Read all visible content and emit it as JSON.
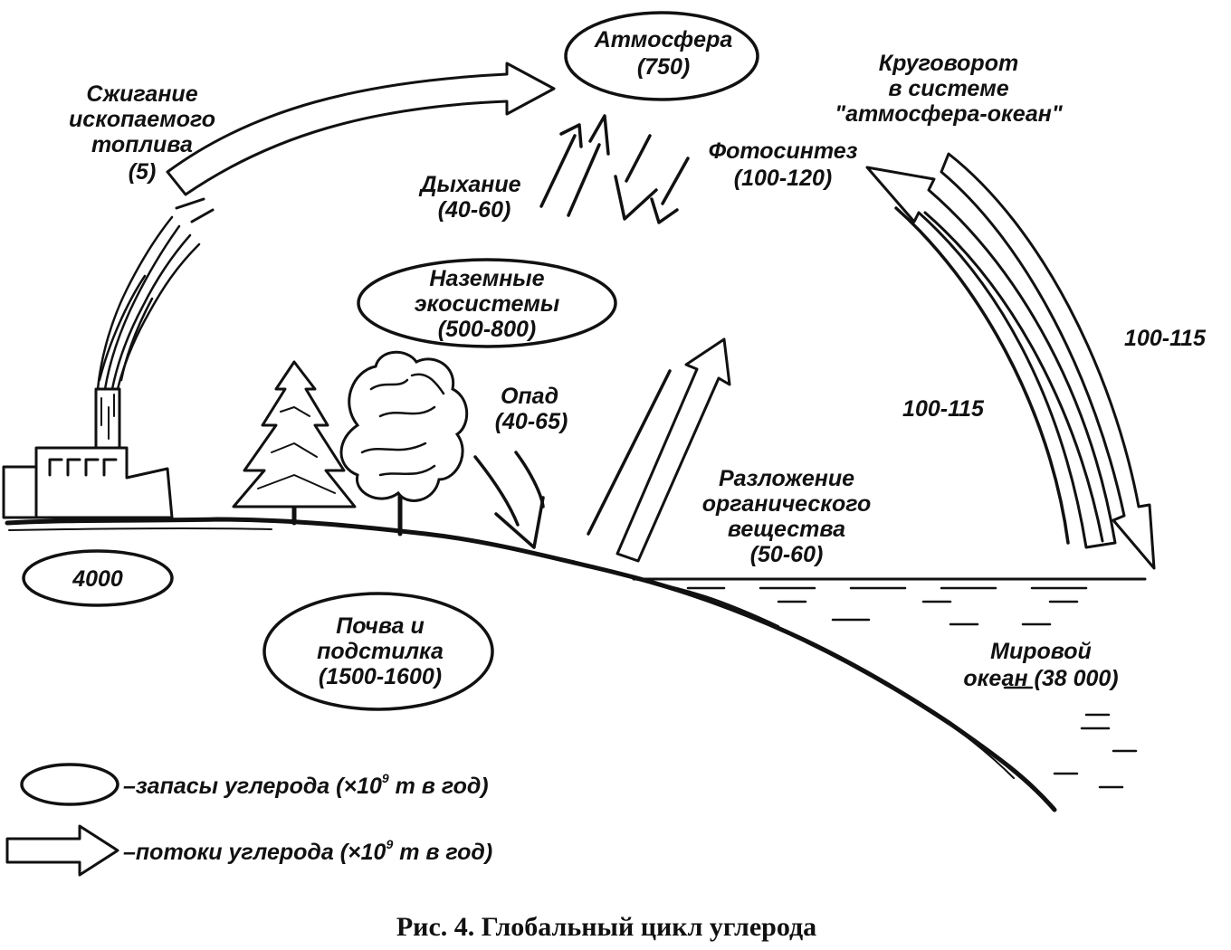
{
  "diagram": {
    "reservoirs": {
      "atmosphere": {
        "name": "Атмосфера",
        "value": "(750)"
      },
      "terrestrial": {
        "line1": "Наземные",
        "line2": "экосистемы",
        "value": "(500-800)"
      },
      "fossil": {
        "value": "4000"
      },
      "soil": {
        "line1": "Почва и",
        "line2": "подстилка",
        "value": "(1500-1600)"
      },
      "ocean": {
        "line1": "Мировой",
        "line2": "океан (38 000)"
      }
    },
    "flows": {
      "fossil_burning": {
        "line1": "Сжигание",
        "line2": "ископаемого",
        "line3": "топлива",
        "value": "(5)"
      },
      "respiration": {
        "name": "Дыхание",
        "value": "(40-60)"
      },
      "photosynthesis": {
        "name": "Фотосинтез",
        "value": "(100-120)"
      },
      "atmosphere_ocean": {
        "line1": "Круговорот",
        "line2": "в системе",
        "line3": "\"атмосфера-океан\""
      },
      "ocean_to_atmosphere": {
        "value": "100-115"
      },
      "atmosphere_to_ocean": {
        "value": "100-115"
      },
      "litterfall": {
        "name": "Опад",
        "value": "(40-65)"
      },
      "decomposition": {
        "line1": "Разложение",
        "line2": "органического",
        "line3": "вещества",
        "value": "(50-60)"
      }
    },
    "legend": {
      "stocks": {
        "text": "–запасы углерода (×10",
        "exp": "9",
        "tail": " т в год)"
      },
      "flows": {
        "text": "–потоки углерода (×10",
        "exp": "9",
        "tail": " т в год)"
      }
    },
    "caption": "Рис. 4. Глобальный цикл углерода"
  }
}
